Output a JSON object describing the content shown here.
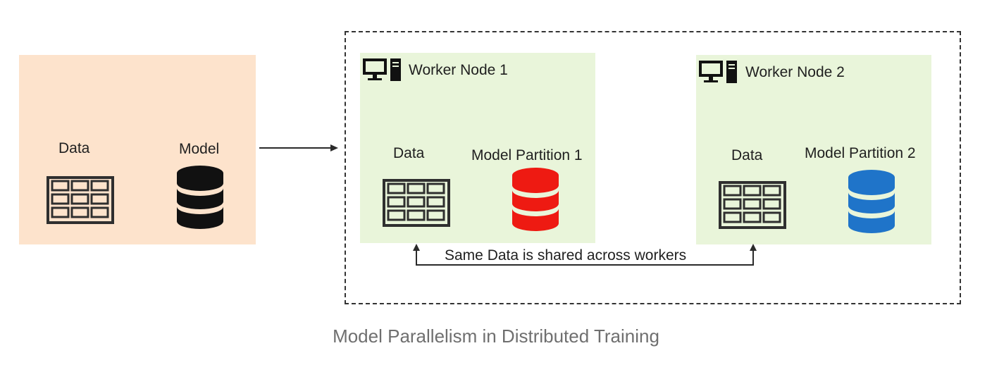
{
  "colors": {
    "source_panel": "#fde3cc",
    "worker_panel": "#e9f5da",
    "table_icon": "#2f2f2f",
    "model_source": "#111111",
    "model_partition_1": "#ee1a12",
    "model_partition_2": "#1f74c9",
    "caption": "#6f6f6f"
  },
  "source": {
    "data_label": "Data",
    "model_label": "Model"
  },
  "workers": [
    {
      "title": "Worker Node 1",
      "data_label": "Data",
      "model_label": "Model Partition 1"
    },
    {
      "title": "Worker Node 2",
      "data_label": "Data",
      "model_label": "Model Partition 2"
    }
  ],
  "shared_note": "Same Data is shared across workers",
  "caption": "Model Parallelism in Distributed Training",
  "icons": [
    "table-icon",
    "database-icon",
    "computer-icon"
  ]
}
